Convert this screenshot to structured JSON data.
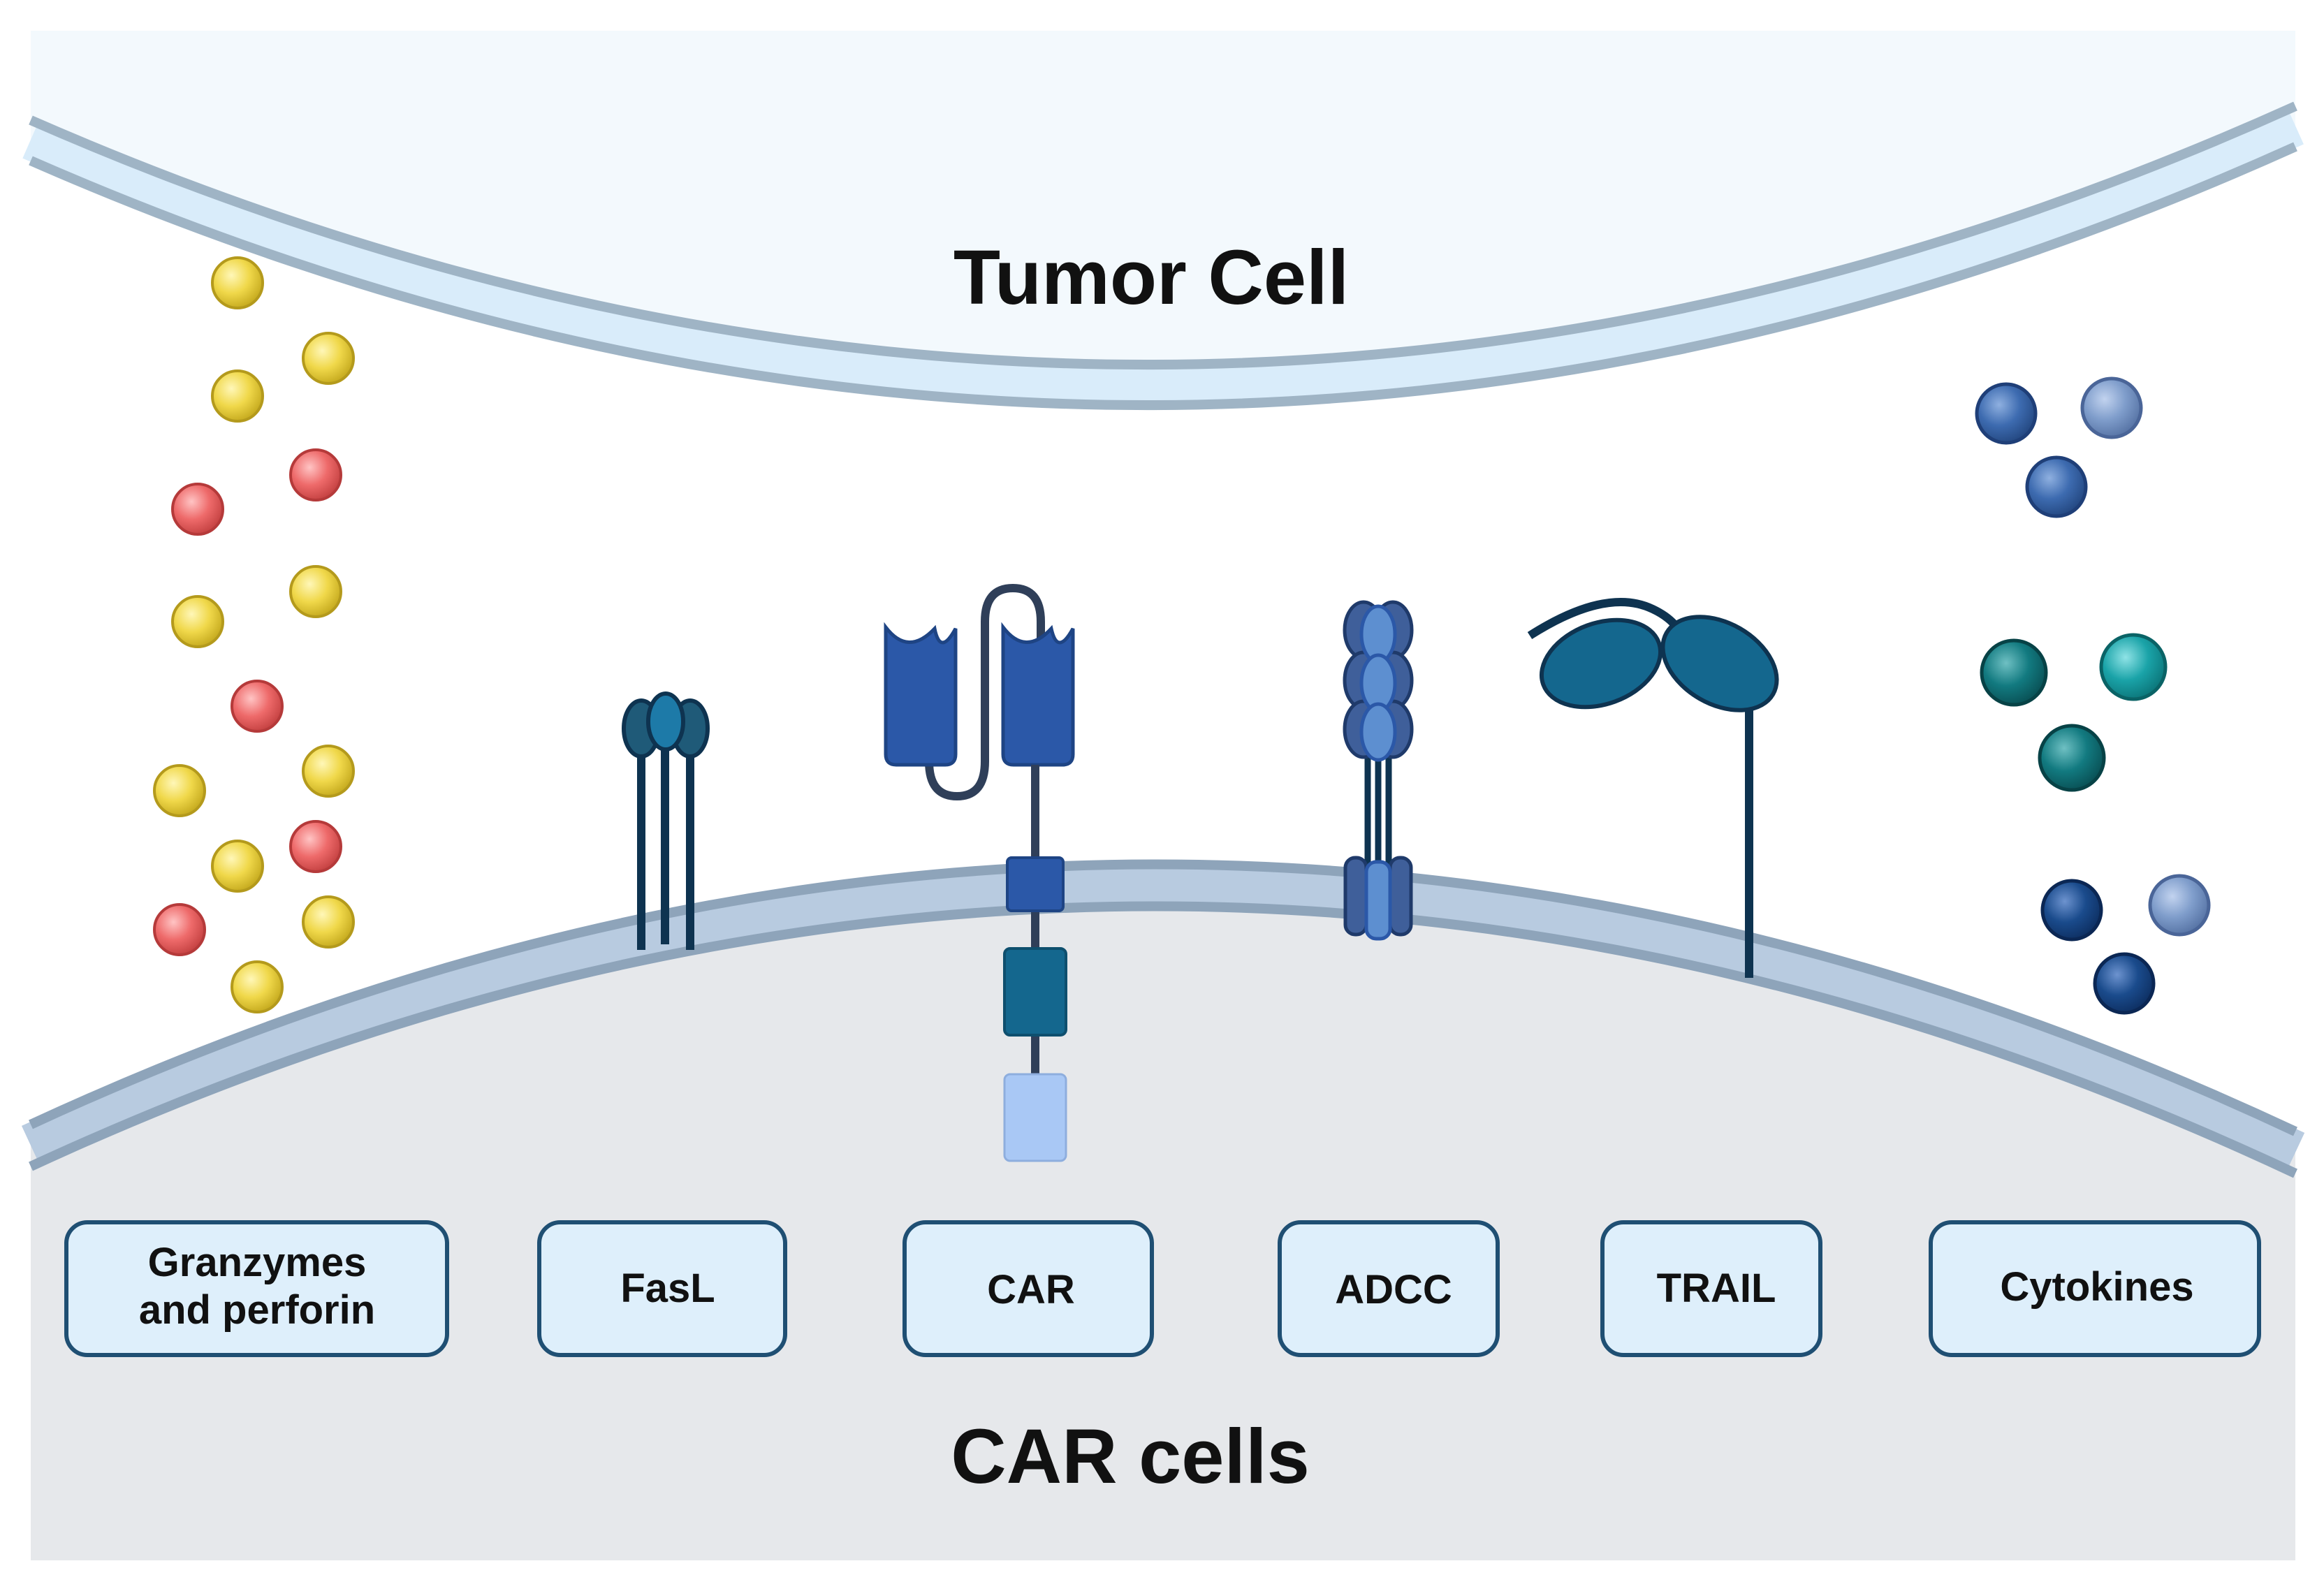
{
  "title_top": "Tumor Cell",
  "title_bottom": "CAR cells",
  "labels": {
    "granzymes_line1": "Granzymes",
    "granzymes_line2": "and perforin",
    "fasl": "FasL",
    "car": "CAR",
    "adcc": "ADCC",
    "trail": "TRAIL",
    "cytokines": "Cytokines"
  },
  "colors": {
    "tumor_fill": "#f3f9fd",
    "car_cell_fill": "#e6e8eb",
    "membrane_light": "#d9ecfa",
    "membrane_line": "#9fb4c5",
    "car_membrane_band": "#b8cbe0",
    "car_membrane_line": "#8ea4ba",
    "granzyme_yellow": "#f0d84a",
    "perforin_red": "#ee6a6a",
    "box_fill": "#deeffb",
    "box_border": "#1f4f73",
    "receptor_dark": "#0e3350",
    "receptor_blue": "#2b58a8",
    "receptor_teal": "#14678e",
    "receptor_light": "#a9c8f5",
    "cytokine_blue": "#3d6bb0",
    "cytokine_teal": "#127a80",
    "cytokine_navy": "#1a4b8c"
  }
}
